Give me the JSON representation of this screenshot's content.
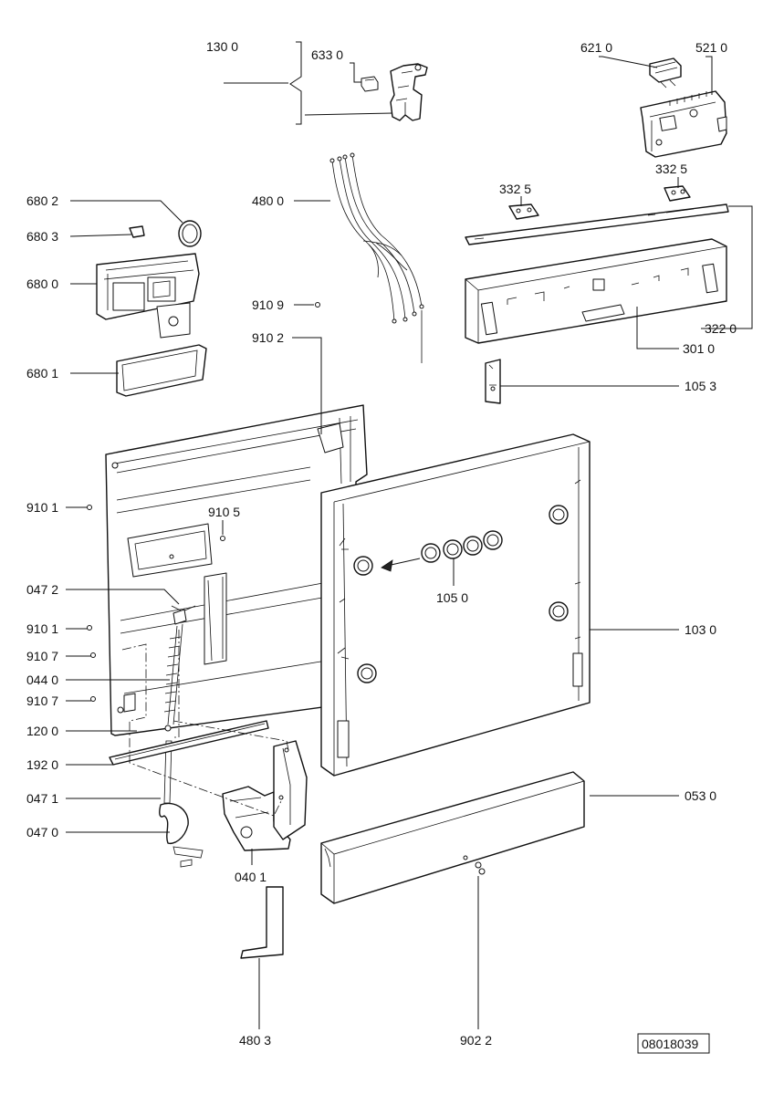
{
  "labels": {
    "l1300": "130 0",
    "l6330": "633 0",
    "l6210": "621 0",
    "l5210": "521 0",
    "l6802": "680 2",
    "l6803": "680 3",
    "l6800": "680 0",
    "l6801": "680 1",
    "l4800": "480 0",
    "l3325a": "332  5",
    "l3325b": "332  5",
    "l9109": "910 9",
    "l9102": "910 2",
    "l3220": "322 0",
    "l3010": "301 0",
    "l1053": "105 3",
    "l9101a": "910 1",
    "l9105": "910 5",
    "l1050": "105 0",
    "l0472": "047 2",
    "l9101b": "910 1",
    "l9107a": "910 7",
    "l0440": "044 0",
    "l9107b": "910 7",
    "l1030": "103 0",
    "l1200": "120 0",
    "l1920": "192 0",
    "l0471": "047 1",
    "l0530": "053 0",
    "l0470": "047 0",
    "l0401": "040 1",
    "l4803": "480 3",
    "l9022": "902 2"
  },
  "drawing_number": "08018039"
}
